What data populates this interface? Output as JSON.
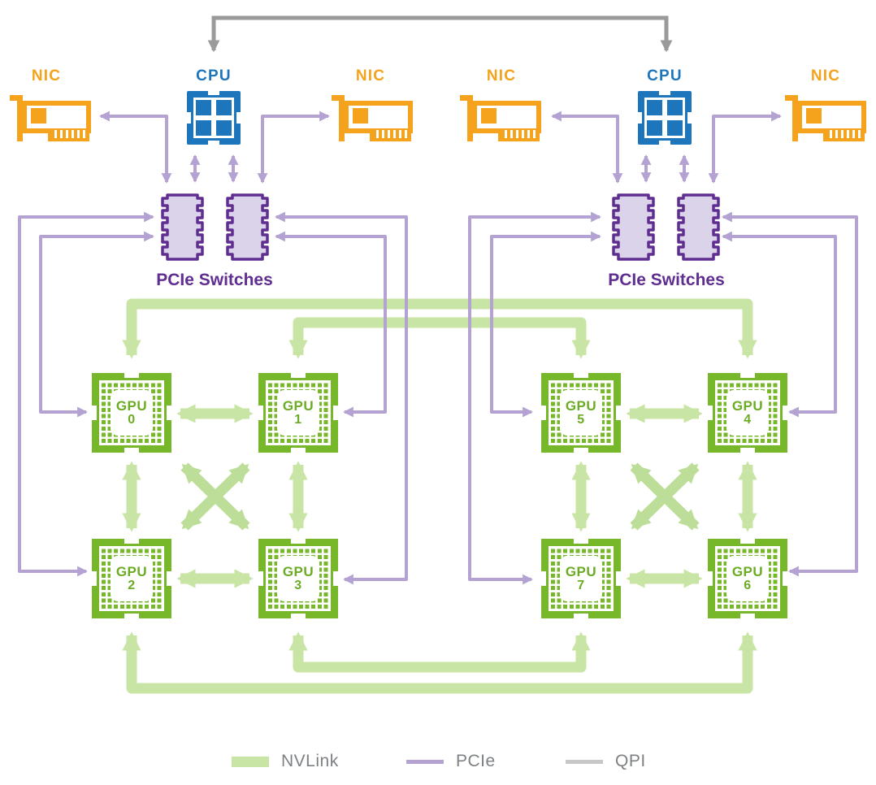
{
  "diagram": {
    "type": "system-topology",
    "description": "8-GPU hybrid cube mesh server topology with 2 CPUs, 4 NICs and 4 PCIe switches"
  },
  "nodes": {
    "cpus": [
      {
        "label": "CPU"
      },
      {
        "label": "CPU"
      }
    ],
    "nics": [
      {
        "label": "NIC"
      },
      {
        "label": "NIC"
      },
      {
        "label": "NIC"
      },
      {
        "label": "NIC"
      }
    ],
    "switchGroups": [
      {
        "label": "PCIe Switches"
      },
      {
        "label": "PCIe Switches"
      }
    ],
    "gpus": [
      {
        "name": "GPU",
        "id": "0"
      },
      {
        "name": "GPU",
        "id": "1"
      },
      {
        "name": "GPU",
        "id": "5"
      },
      {
        "name": "GPU",
        "id": "4"
      },
      {
        "name": "GPU",
        "id": "2"
      },
      {
        "name": "GPU",
        "id": "3"
      },
      {
        "name": "GPU",
        "id": "7"
      },
      {
        "name": "GPU",
        "id": "6"
      }
    ]
  },
  "legend": {
    "items": [
      {
        "label": "NVLink",
        "color": "#C9E5A6",
        "style": "thick"
      },
      {
        "label": "PCIe",
        "color": "#B4A2D3",
        "style": "thin"
      },
      {
        "label": "QPI",
        "color": "#C7C7C7",
        "style": "thin"
      }
    ]
  },
  "connections": {
    "qpi": [
      [
        "CPU-left",
        "CPU-right"
      ]
    ],
    "pcie": [
      [
        "NIC-1",
        "PCIe-switch-left-A"
      ],
      [
        "NIC-2",
        "PCIe-switch-left-B"
      ],
      [
        "NIC-3",
        "PCIe-switch-right-A"
      ],
      [
        "NIC-4",
        "PCIe-switch-right-B"
      ],
      [
        "CPU-left",
        "PCIe-switches-left"
      ],
      [
        "CPU-right",
        "PCIe-switches-right"
      ],
      [
        "PCIe-switches-left",
        "GPU 0"
      ],
      [
        "PCIe-switches-left",
        "GPU 1"
      ],
      [
        "PCIe-switches-left",
        "GPU 2"
      ],
      [
        "PCIe-switches-left",
        "GPU 3"
      ],
      [
        "PCIe-switches-right",
        "GPU 4"
      ],
      [
        "PCIe-switches-right",
        "GPU 5"
      ],
      [
        "PCIe-switches-right",
        "GPU 6"
      ],
      [
        "PCIe-switches-right",
        "GPU 7"
      ]
    ],
    "nvlink": [
      [
        "GPU 0",
        "GPU 1"
      ],
      [
        "GPU 0",
        "GPU 2"
      ],
      [
        "GPU 0",
        "GPU 3"
      ],
      [
        "GPU 1",
        "GPU 2"
      ],
      [
        "GPU 1",
        "GPU 3"
      ],
      [
        "GPU 2",
        "GPU 3"
      ],
      [
        "GPU 4",
        "GPU 5"
      ],
      [
        "GPU 4",
        "GPU 6"
      ],
      [
        "GPU 4",
        "GPU 7"
      ],
      [
        "GPU 5",
        "GPU 6"
      ],
      [
        "GPU 5",
        "GPU 7"
      ],
      [
        "GPU 6",
        "GPU 7"
      ],
      [
        "GPU 0",
        "GPU 4"
      ],
      [
        "GPU 1",
        "GPU 5"
      ],
      [
        "GPU 2",
        "GPU 6"
      ],
      [
        "GPU 3",
        "GPU 7"
      ]
    ]
  },
  "colors": {
    "nic_orange": "#F5A21D",
    "cpu_blue": "#1D76BC",
    "switch_purple": "#5F2E90",
    "switch_fill": "#DBD3E9",
    "pcie_line": "#B4A2D3",
    "nvlink_green": "#C9E5A6",
    "nvlink_diag_green": "#B6DB8D",
    "gpu_green": "#77B72A",
    "qpi_gray": "#9A9A9A",
    "legend_text": "#7E8184"
  }
}
